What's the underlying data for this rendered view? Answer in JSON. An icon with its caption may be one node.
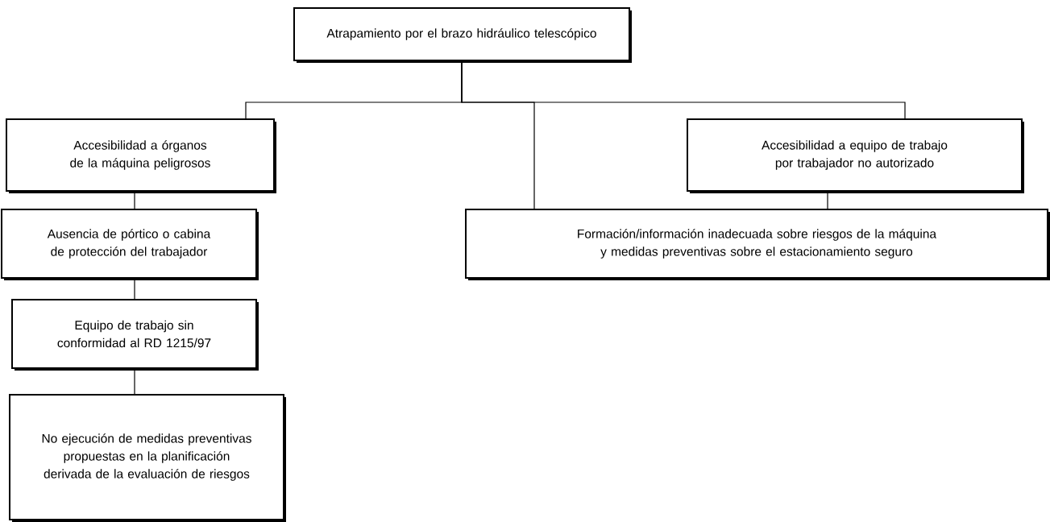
{
  "diagram": {
    "nodes": [
      {
        "text": [
          "Atrapamiento por el brazo hidráulico telescópico"
        ]
      },
      {
        "text": [
          "Accesibilidad a órganos de la máquina peligrosos"
        ]
      },
      {
        "text": [
          "Accesibilidad a equipo de trabajo por trabajador no autorizado"
        ]
      },
      {
        "text": [
          "Formación/información inadecuada sobre riesgos de la máquina y medidas preventivas sobre el estacionamiento seguro"
        ]
      },
      {
        "text": [
          "Ausencia de pórtico o cabina de protección del trabajador"
        ]
      },
      {
        "text": [
          "Equipo de trabajo sin conformidad al RD 1215/97"
        ]
      },
      {
        "text": [
          "No ejecución de medidas preventivas propuestas en la planificación derivada de la evaluación de riesgos"
        ]
      }
    ],
    "edges": [
      {
        "from": 0,
        "to": 1,
        "arrow": "none"
      },
      {
        "from": 0,
        "to": 3,
        "arrow": "none"
      },
      {
        "from": 0,
        "to": 2,
        "arrow": "none"
      },
      {
        "from": 2,
        "to": 3,
        "arrow": "none"
      },
      {
        "from": 1,
        "to": 4,
        "arrow": "none"
      },
      {
        "from": 4,
        "to": 5,
        "arrow": "none"
      },
      {
        "from": 5,
        "to": 6,
        "arrow": "none"
      }
    ]
  }
}
